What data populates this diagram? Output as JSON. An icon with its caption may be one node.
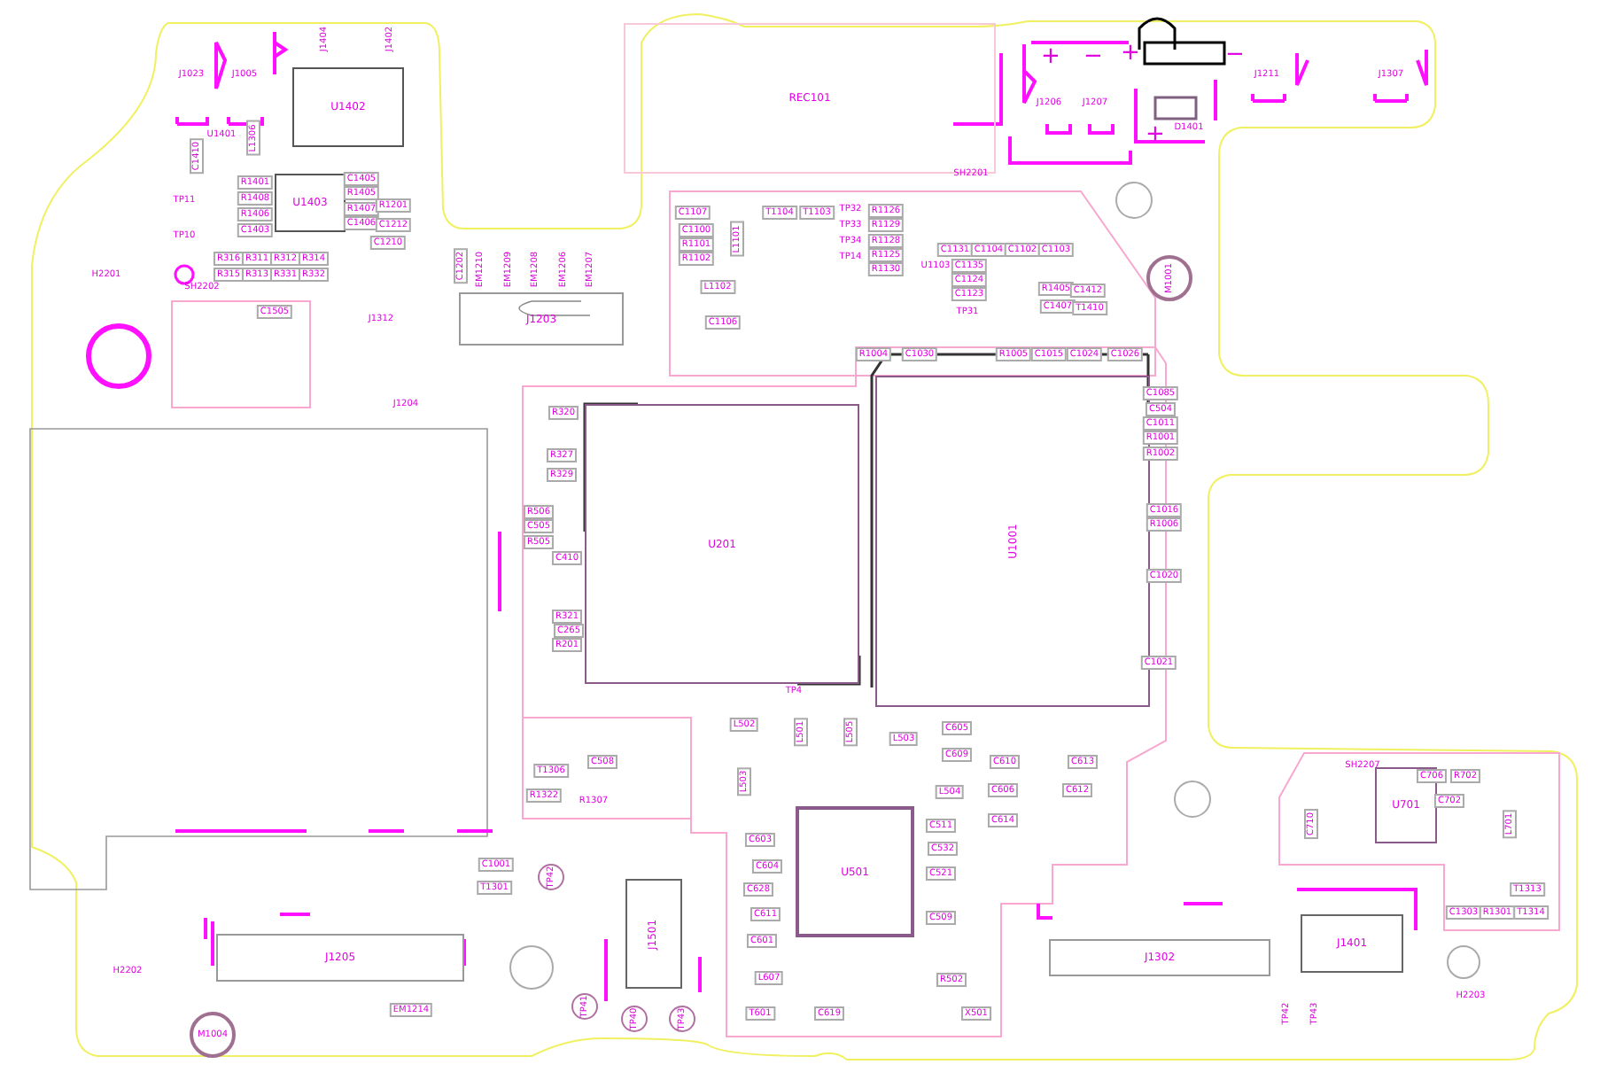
{
  "diagram": {
    "nodes": [
      {
        "text": [
          "U1402"
        ]
      },
      {
        "text": [
          "U1403"
        ]
      },
      {
        "text": [
          "REC101"
        ]
      },
      {
        "text": [
          "J1203"
        ]
      },
      {
        "text": [
          "U201"
        ]
      },
      {
        "text": [
          "U1001"
        ]
      },
      {
        "text": [
          "U501"
        ]
      },
      {
        "text": [
          "J1205"
        ]
      },
      {
        "text": [
          "J1501"
        ]
      },
      {
        "text": [
          "J1302"
        ]
      },
      {
        "text": [
          "J1401"
        ]
      },
      {
        "text": [
          "U701"
        ]
      }
    ],
    "labels": [
      "J1023",
      "J1005",
      "J1404",
      "J1402",
      "U1401",
      "L1306",
      "C1410",
      "TP11",
      "TP10",
      "H2201",
      "SH2202",
      "R1401",
      "R1408",
      "R1406",
      "C1403",
      "C1405",
      "R1405",
      "R1407",
      "C1406",
      "R1201",
      "C1212",
      "C1210",
      "R316",
      "R311",
      "R312",
      "R314",
      "R315",
      "R313",
      "R331",
      "R332",
      "C1505",
      "J1312",
      "J1204",
      "C1202",
      "EM1210",
      "EM1209",
      "EM1208",
      "EM1206",
      "EM1207",
      "SH2201",
      "C1107",
      "C1100",
      "R1101",
      "R1102",
      "L1101",
      "T1104",
      "L1102",
      "C1106",
      "+",
      "−",
      "+",
      "−",
      "J1206",
      "J1207",
      "J1211",
      "J1307",
      "D1401",
      "+",
      "TP32",
      "TP33",
      "TP34",
      "TP14",
      "R1126",
      "R1129",
      "R1128",
      "R1125",
      "R1130",
      "U1103",
      "T1103",
      "C1131",
      "C1104",
      "C1102",
      "C1103",
      "C1135",
      "C1124",
      "C1123",
      "TP31",
      "R1405",
      "C1412",
      "C1407",
      "T1410",
      "M1001",
      "R1004",
      "C1030",
      "R1005",
      "C1015",
      "C1024",
      "C1026",
      "R320",
      "R327",
      "R329",
      "R506",
      "C505",
      "R505",
      "C410",
      "R321",
      "C265",
      "R201",
      "C1085",
      "C504",
      "C1011",
      "R1001",
      "R1002",
      "C1016",
      "R1006",
      "C1020",
      "C1021",
      "TP4",
      "L502",
      "L503",
      "L501",
      "L505",
      "L503",
      "C605",
      "C609",
      "L504",
      "C610",
      "C613",
      "C606",
      "C612",
      "C614",
      "C511",
      "C532",
      "C521",
      "C509",
      "C603",
      "C604",
      "C628",
      "C611",
      "C601",
      "L607",
      "T601",
      "C619",
      "R502",
      "X501",
      "C1001",
      "T1301",
      "TP42",
      "C508",
      "R1307",
      "R1322",
      "T1306",
      "TP41",
      "TP40",
      "TP43",
      "H2202",
      "M1004",
      "EM1214",
      "SH2207",
      "C706",
      "R702",
      "C702",
      "C710",
      "L701",
      "T1313",
      "C1303",
      "R1301",
      "T1314",
      "TP42",
      "TP43",
      "H2203"
    ]
  }
}
